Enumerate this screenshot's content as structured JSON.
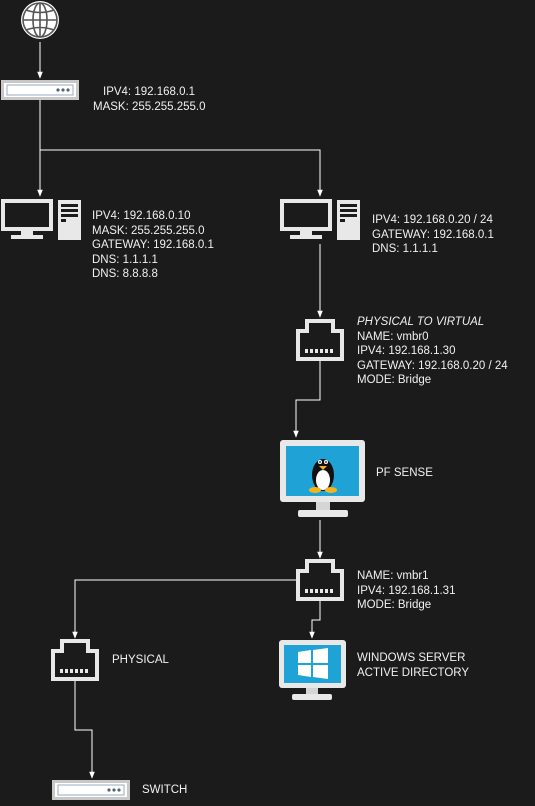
{
  "colors": {
    "background": "#1b1b1b",
    "line": "#ffffff",
    "device": "#e8e8e8",
    "screen_blue": "#1fa3d6",
    "text": "#f0f0f0"
  },
  "icons": {
    "internet": "globe-icon",
    "modem": "rack-device-icon",
    "computer": "desktop-tower-icon",
    "nic": "ethernet-port-icon",
    "pfsense": "linux-monitor-icon",
    "windows": "windows-monitor-icon",
    "switch": "rack-device-icon"
  },
  "nodes": {
    "modem": {
      "lines": [
        "IPV4: 192.168.0.1",
        "MASK: 255.255.255.0"
      ]
    },
    "pc_left": {
      "lines": [
        "IPV4: 192.168.0.10",
        "MASK: 255.255.255.0",
        "GATEWAY: 192.168.0.1",
        "DNS: 1.1.1.1",
        "DNS: 8.8.8.8"
      ]
    },
    "pc_right": {
      "lines": [
        "IPV4: 192.168.0.20 / 24",
        "GATEWAY: 192.168.0.1",
        "DNS: 1.1.1.1"
      ]
    },
    "vmbr0": {
      "heading": "PHYSICAL TO VIRTUAL",
      "lines": [
        "NAME: vmbr0",
        "IPV4: 192.168.1.30",
        "GATEWAY: 192.168.0.20 / 24",
        "MODE: Bridge"
      ]
    },
    "pfsense": {
      "label": "PF SENSE"
    },
    "vmbr1": {
      "lines": [
        "NAME: vmbr1",
        "IPV4: 192.168.1.31",
        "MODE: Bridge"
      ]
    },
    "windows": {
      "lines": [
        "WINDOWS SERVER",
        "ACTIVE DIRECTORY"
      ]
    },
    "physical": {
      "label": "PHYSICAL"
    },
    "switch": {
      "label": "SWITCH"
    }
  }
}
